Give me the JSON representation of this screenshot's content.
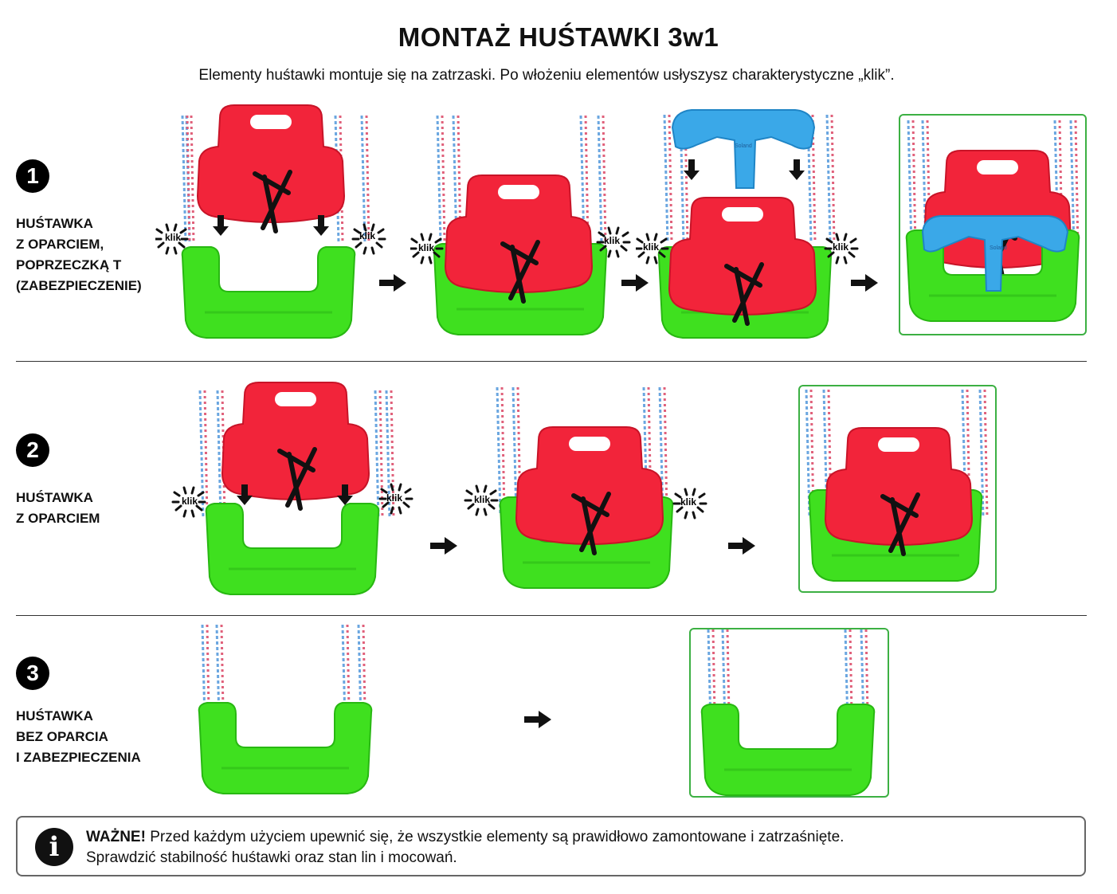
{
  "header": {
    "title": "MONTAŻ HUŚTAWKI 3w1",
    "subtitle": "Elementy huśtawki montuje się na zatrzaski. Po włożeniu elementów usłyszysz charakterystyczne „klik”."
  },
  "steps": [
    {
      "number": "1",
      "label_lines": [
        "HUŚTAWKA",
        "Z OPARCIEM,",
        "POPRZECZKĄ T",
        "(ZABEZPIECZENIE)"
      ]
    },
    {
      "number": "2",
      "label_lines": [
        "HUŚTAWKA",
        "Z OPARCIEM"
      ]
    },
    {
      "number": "3",
      "label_lines": [
        "HUŚTAWKA",
        "BEZ OPARCIA",
        "I ZABEZPIECZENIA"
      ]
    }
  ],
  "klik_text": "klik",
  "brand_mark": "Soland",
  "notice": {
    "icon": "info-icon",
    "strong": "WAŻNE!",
    "line1": " Przed każdym użyciem upewnić się, że wszystkie elementy są prawidłowo zamontowane i zatrzaśnięte.",
    "line2": "Sprawdzić stabilność huśtawki oraz stan lin i mocowań."
  },
  "colors": {
    "seat_green": "#3fe01f",
    "backrest_red": "#f2243a",
    "tbar_blue": "#3aa8e8",
    "result_border": "#3cb043",
    "rope_blue": "#6aa6e0",
    "rope_red": "#e0607a"
  }
}
